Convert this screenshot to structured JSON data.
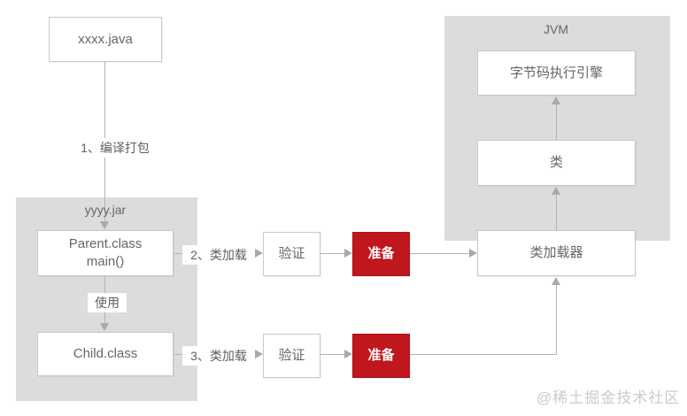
{
  "nodes": {
    "java_file": "xxxx.java",
    "parent_class_line1": "Parent.class",
    "parent_class_line2": "main()",
    "child_class": "Child.class",
    "verify_1": "验证",
    "verify_2": "验证",
    "prepare_1": "准备",
    "prepare_2": "准备",
    "class_loader": "类加载器",
    "bytecode_engine": "字节码执行引擎",
    "class_node": "类"
  },
  "containers": {
    "jar_label": "yyyy.jar",
    "jvm_label": "JVM"
  },
  "edges": {
    "step1": "1、编译打包",
    "use": "使用",
    "step2": "2、类加载",
    "step3": "3、类加载"
  },
  "watermark": "@稀土掘金技术社区",
  "colors": {
    "container_gray": "#dcdcdc",
    "node_border": "#c9c9c9",
    "line_gray": "#b3b3b3",
    "arrow_gray": "#a9a9a9",
    "highlight_red": "#c0161d",
    "text_gray": "#666666",
    "watermark_gray": "#cbcbcb"
  }
}
